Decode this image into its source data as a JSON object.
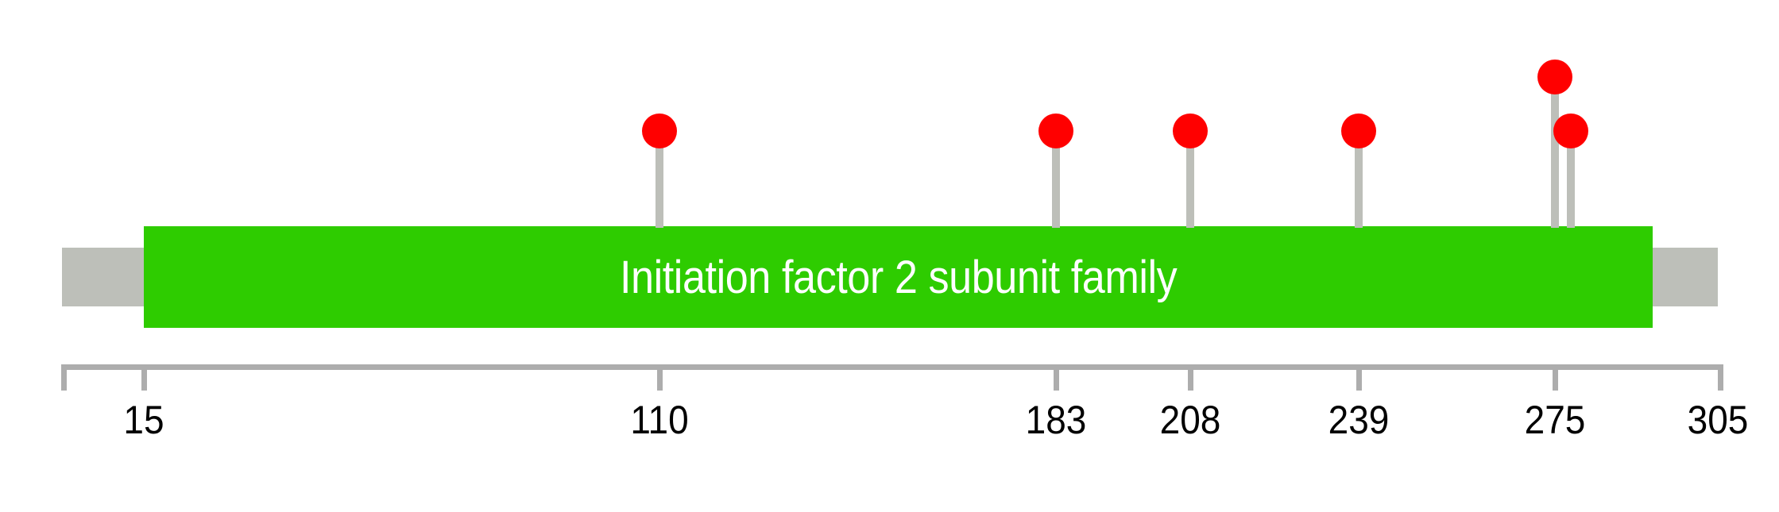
{
  "chart_data": {
    "type": "lollipop",
    "title": "",
    "subtitle": "",
    "xlabel": "",
    "ylabel": "",
    "grid": false,
    "legend": "none",
    "protein": {
      "length_label_start": "15",
      "length_label_end": "305",
      "start": 15,
      "end": 305,
      "backbone_color": "#bdbfb9"
    },
    "domains": [
      {
        "name": "Initiation factor 2 subunit family",
        "label": "Initiation factor 2 subunit family",
        "start": 22,
        "end": 290,
        "color": "#2ecc00",
        "text_color": "#ffffff"
      }
    ],
    "markers": [
      {
        "position": 110,
        "label": "110",
        "count": 1,
        "height": 1,
        "color": "#ff0000"
      },
      {
        "position": 183,
        "label": "183",
        "count": 1,
        "height": 1,
        "color": "#ff0000"
      },
      {
        "position": 208,
        "label": "208",
        "count": 1,
        "height": 1,
        "color": "#ff0000"
      },
      {
        "position": 239,
        "label": "239",
        "count": 1,
        "height": 1,
        "color": "#ff0000"
      },
      {
        "position": 275,
        "label": "275",
        "count": 1,
        "height": 2,
        "color": "#ff0000"
      },
      {
        "position": 278,
        "label": "",
        "count": 1,
        "height": 1,
        "color": "#ff0000"
      }
    ],
    "axis": {
      "tick_labels": [
        "15",
        "110",
        "183",
        "208",
        "239",
        "275",
        "305"
      ],
      "tick_positions": [
        15,
        110,
        183,
        208,
        239,
        275,
        305
      ],
      "xlim": [
        6,
        305
      ],
      "color": "#adadad"
    },
    "colors": {
      "marker": "#ff0000",
      "stem": "#bdbfb9",
      "domain": "#2ecc00",
      "backbone": "#bdbfb9",
      "axis": "#adadad",
      "background": "#ffffff",
      "label_text": "#000000",
      "domain_text": "#ffffff"
    }
  },
  "diagram": {
    "domain_label": "Initiation factor 2 subunit family",
    "tick_15": "15",
    "tick_110": "110",
    "tick_183": "183",
    "tick_208": "208",
    "tick_239": "239",
    "tick_275": "275",
    "tick_305": "305"
  }
}
